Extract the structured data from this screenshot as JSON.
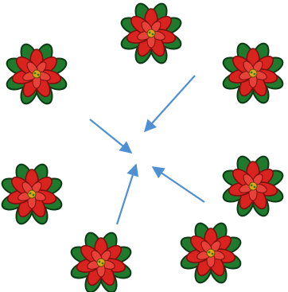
{
  "diagram": {
    "flowers": [
      {
        "id": "top"
      },
      {
        "id": "upper-left"
      },
      {
        "id": "upper-right"
      },
      {
        "id": "lower-left"
      },
      {
        "id": "lower-right"
      },
      {
        "id": "bottom-left"
      },
      {
        "id": "bottom-right"
      }
    ],
    "arrows": [
      {
        "from": "upper-left",
        "to": "center"
      },
      {
        "from": "upper-right",
        "to": "center"
      },
      {
        "from": "bottom-left",
        "to": "center"
      },
      {
        "from": "lower-right",
        "to": "center"
      }
    ],
    "colors": {
      "petal": "#d8231f",
      "petal_dark": "#7a1010",
      "leaf": "#1f7a2e",
      "leaf_dark": "#0c3a14",
      "center": "#d9a820",
      "arrow": "#4f8fd3"
    }
  }
}
